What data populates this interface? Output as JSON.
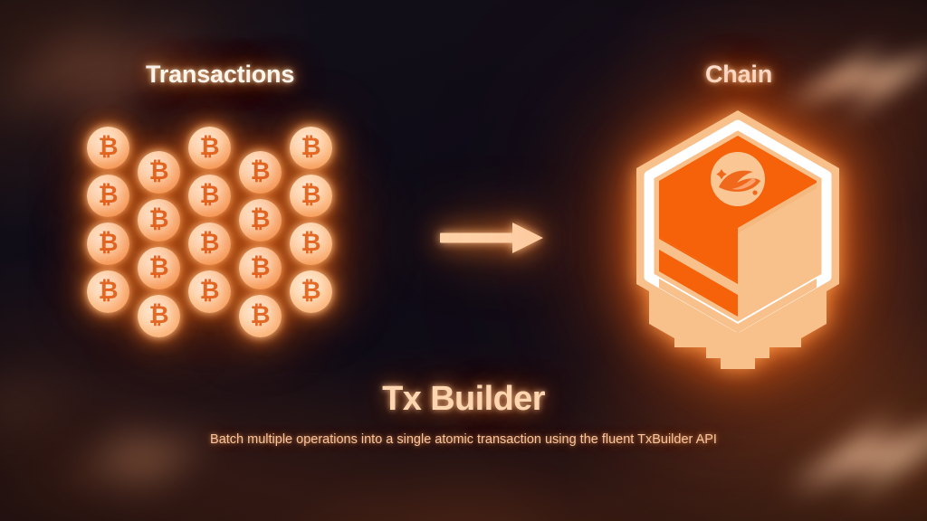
{
  "theme": {
    "background_color": "#0e0b16",
    "accent_orange": "#f5620a",
    "accent_peach": "#f8c08a",
    "glow_color": "#ff7a1a",
    "title_color": "#ffd6b0",
    "label_color": "#fff6ee",
    "subtitle_color": "#fcc69c",
    "coin_symbol_color": "#e2611a"
  },
  "labels": {
    "left": "Transactions",
    "right": "Chain"
  },
  "flow": {
    "arrow_icon": "arrow-right-icon",
    "direction": "left-to-right"
  },
  "coins": {
    "symbol": "₿",
    "icon_name": "bitcoin-coin-icon",
    "columns": 5,
    "rows": 4,
    "count": 20,
    "staggered": true
  },
  "logo": {
    "icon_name": "hexagon-chain-cube-logo",
    "badge_icon_name": "swoosh-badge-icon",
    "shape": "hexagon",
    "inner_shape": "isometric-open-box",
    "base_shape": "stepped-pedestal"
  },
  "footer": {
    "title": "Tx Builder",
    "subtitle": "Batch multiple operations into a single atomic transaction using the fluent TxBuilder API"
  },
  "decorations": {
    "bolt_icon": "lightning-bolt-icon",
    "bolts": [
      {
        "position": "top-left"
      },
      {
        "position": "top-right"
      },
      {
        "position": "bottom-right"
      },
      {
        "position": "bottom-left"
      },
      {
        "position": "mid-left"
      }
    ]
  }
}
